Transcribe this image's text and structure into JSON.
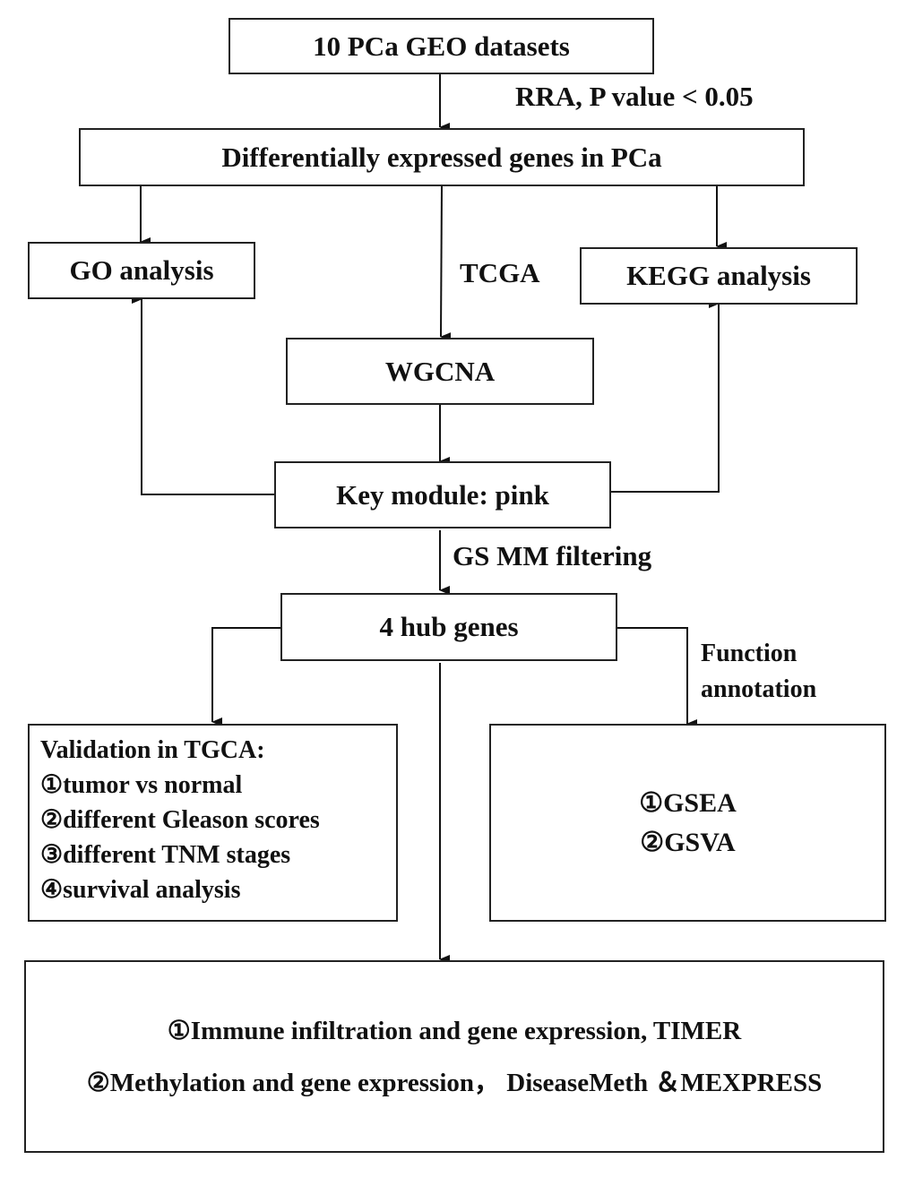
{
  "nodes": {
    "geo": "10 PCa GEO datasets",
    "deg": "Differentially expressed genes in PCa",
    "go": "GO analysis",
    "kegg": "KEGG analysis",
    "wgcna": "WGCNA",
    "module": "Key module: pink",
    "hub": "4 hub genes",
    "validation": {
      "title": "Validation in TGCA:",
      "items": [
        "①tumor vs normal",
        "②different Gleason scores",
        "③different TNM stages",
        "④survival analysis"
      ]
    },
    "function": {
      "items": [
        "①GSEA",
        "②GSVA"
      ]
    },
    "bottom": {
      "items": [
        "①Immune infiltration and gene expression, TIMER",
        "②Methylation and gene expression， DiseaseMeth ＆MEXPRESS"
      ]
    }
  },
  "edge_labels": {
    "rra": "RRA, P value < 0.05",
    "tcga": "TCGA",
    "gsmm": "GS MM filtering",
    "function_line1": "Function",
    "function_line2": "annotation"
  }
}
